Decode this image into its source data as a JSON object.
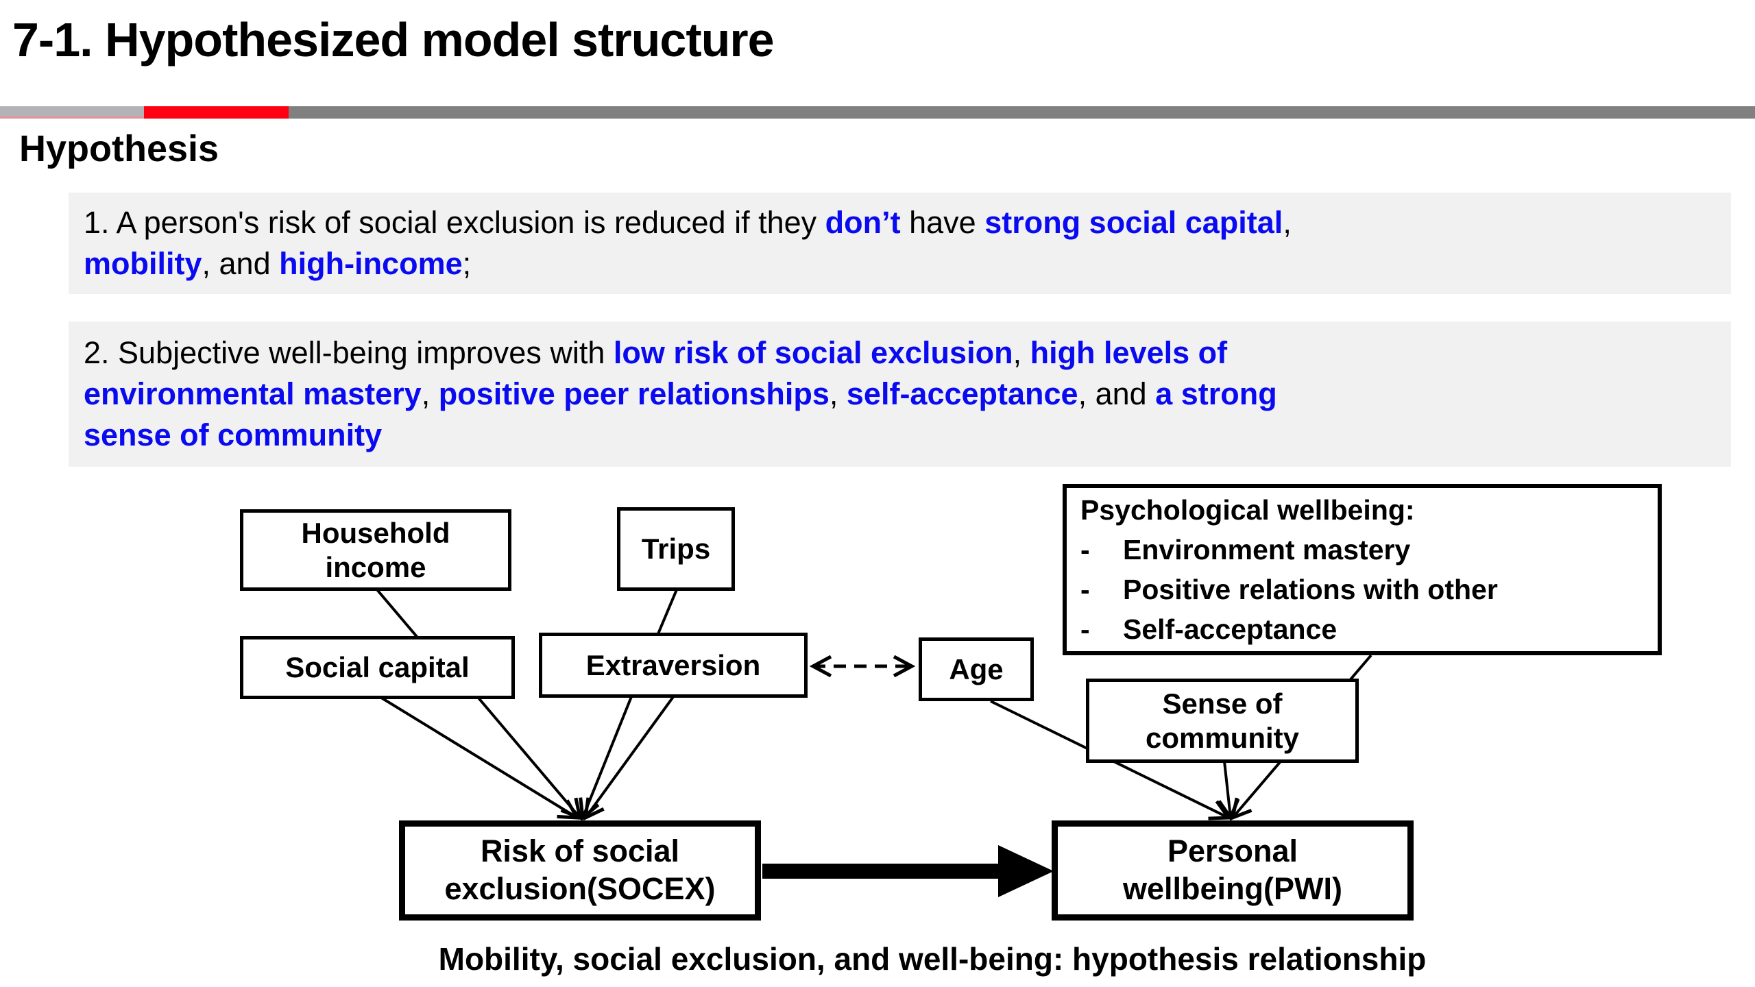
{
  "slide": {
    "title": "7-1. Hypothesized model structure",
    "section_heading": "Hypothesis",
    "caption": "Mobility, social exclusion, and well-being: hypothesis relationship"
  },
  "colors": {
    "emphasis_blue": "#0a0af0",
    "bar_red": "#ff0013",
    "bar_gray_light": "#b3b3b6",
    "bar_gray_dark": "#808080",
    "bar_pink_line": "#e8919e",
    "block_bg": "#f1f1f2",
    "ink": "#000000"
  },
  "hypotheses": [
    {
      "lines": [
        {
          "segs": [
            {
              "text": "1. A person's risk of social exclusion is reduced if they ",
              "em": false
            },
            {
              "text": "don’t",
              "em": true
            },
            {
              "text": " have ",
              "em": false
            },
            {
              "text": "strong social capital",
              "em": true
            },
            {
              "text": ",",
              "em": false
            }
          ]
        },
        {
          "segs": [
            {
              "text": "mobility",
              "em": true
            },
            {
              "text": ", and ",
              "em": false
            },
            {
              "text": "high-income",
              "em": true
            },
            {
              "text": ";",
              "em": false
            }
          ]
        }
      ]
    },
    {
      "lines": [
        {
          "segs": [
            {
              "text": "2. Subjective well-being improves with ",
              "em": false
            },
            {
              "text": "low risk of social exclusion",
              "em": true
            },
            {
              "text": ", ",
              "em": false
            },
            {
              "text": "high levels of",
              "em": true
            }
          ]
        },
        {
          "segs": [
            {
              "text": "environmental mastery",
              "em": true
            },
            {
              "text": ", ",
              "em": false
            },
            {
              "text": "positive peer relationships",
              "em": true
            },
            {
              "text": ", ",
              "em": false
            },
            {
              "text": "self-acceptance",
              "em": true
            },
            {
              "text": ", and ",
              "em": false
            },
            {
              "text": "a strong",
              "em": true
            }
          ]
        },
        {
          "segs": [
            {
              "text": "sense of community",
              "em": true
            }
          ]
        }
      ]
    }
  ],
  "diagram": {
    "boxes": {
      "household_income": {
        "lines": [
          "Household",
          "income"
        ]
      },
      "trips": {
        "lines": [
          "Trips"
        ]
      },
      "social_capital": {
        "lines": [
          "Social capital"
        ]
      },
      "extraversion": {
        "lines": [
          "Extraversion"
        ]
      },
      "age": {
        "lines": [
          "Age"
        ]
      },
      "psych": {
        "title": "Psychological wellbeing:",
        "bullet": "-",
        "items": [
          "Environment mastery",
          "Positive relations with other",
          "Self-acceptance"
        ]
      },
      "sense_of_community": {
        "lines": [
          "Sense of",
          "community"
        ]
      },
      "socex": {
        "lines": [
          "Risk of social",
          "exclusion(SOCEX)"
        ]
      },
      "pwi": {
        "lines": [
          "Personal",
          "wellbeing(PWI)"
        ]
      }
    }
  }
}
